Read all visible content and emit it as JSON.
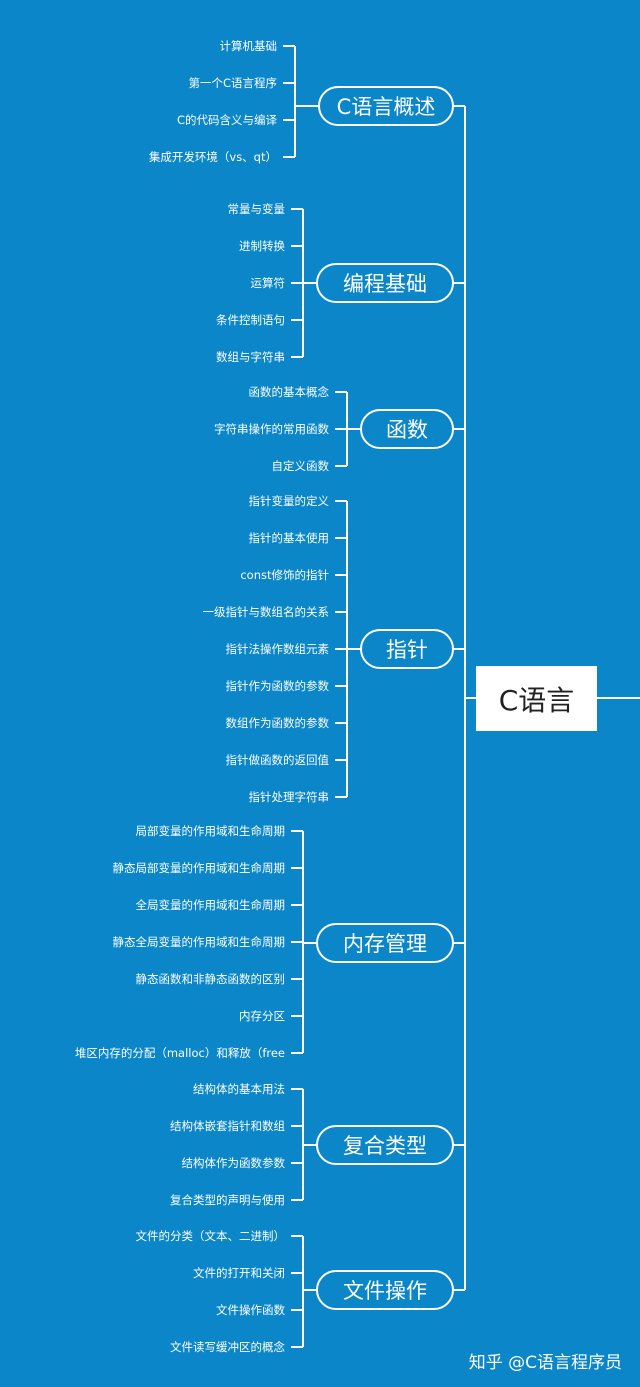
{
  "root": {
    "label": "C语言"
  },
  "branches": [
    {
      "label": "C语言概述",
      "items": [
        "计算机基础",
        "第一个C语言程序",
        "C的代码含义与编译",
        "集成开发环境（vs、qt）"
      ]
    },
    {
      "label": "编程基础",
      "items": [
        "常量与变量",
        "进制转换",
        "运算符",
        "条件控制语句",
        "数组与字符串"
      ]
    },
    {
      "label": "函数",
      "items": [
        "函数的基本概念",
        "字符串操作的常用函数",
        "自定义函数"
      ]
    },
    {
      "label": "指针",
      "items": [
        "指针变量的定义",
        "指针的基本使用",
        "const修饰的指针",
        "一级指针与数组名的关系",
        "指针法操作数组元素",
        "指针作为函数的参数",
        "数组作为函数的参数",
        "指针做函数的返回值",
        "指针处理字符串"
      ]
    },
    {
      "label": "内存管理",
      "items": [
        "局部变量的作用域和生命周期",
        "静态局部变量的作用域和生命周期",
        "全局变量的作用域和生命周期",
        "静态全局变量的作用域和生命周期",
        "静态函数和非静态函数的区别",
        "内存分区",
        "堆区内存的分配（malloc）和释放（free"
      ]
    },
    {
      "label": "复合类型",
      "items": [
        "结构体的基本用法",
        "结构体嵌套指针和数组",
        "结构体作为函数参数",
        "复合类型的声明与使用"
      ]
    },
    {
      "label": "文件操作",
      "items": [
        "文件的分类（文本、二进制）",
        "文件的打开和关闭",
        "文件操作函数",
        "文件读写缓冲区的概念"
      ]
    }
  ],
  "watermark": "知乎 @C语言程序员"
}
